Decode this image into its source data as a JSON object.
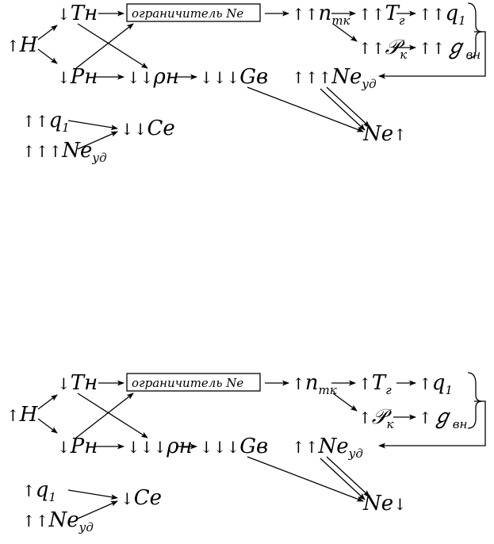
{
  "diagrams": [
    {
      "H": "H",
      "Tn": "Tн",
      "limiter": "ограничитель Ne",
      "ntk_n": "n",
      "ntk_sub": "тк",
      "Tg_T": "T",
      "Tg_sub": "г",
      "q1": "q",
      "q1_sub": "1",
      "pk_P": "𝒫",
      "pk_sub": "к",
      "eta": "ℊ",
      "eta_sub": "вн",
      "Pn": "Pн",
      "rho": "ρн",
      "Gv": "Gв",
      "Neud": "Ne",
      "Neud_sub": "уд",
      "Ne": "Ne",
      "Ce": "Ce",
      "q1b": "q",
      "q1b_sub": "1",
      "Neud_b": "Ne",
      "Neud_b_sub": "уд",
      "dir": {
        "H": "↑",
        "Tn": "↓",
        "ntk": "↑↑",
        "Tg": "↑↑",
        "q1": "↑↑",
        "pk": "↑↑",
        "eta": "↑↑",
        "Pn": "↓",
        "rho": "↓↓",
        "Gv": "↓↓↓",
        "Neud": "↑↑↑",
        "Ne": "↑",
        "Ce": "↓↓",
        "q1b": "↑↑",
        "Neud_b": "↑↑↑"
      }
    },
    {
      "H": "H",
      "Tn": "Tн",
      "limiter": "ограничитель Ne",
      "ntk_n": "n",
      "ntk_sub": "тк",
      "Tg_T": "T",
      "Tg_sub": "г",
      "q1": "q",
      "q1_sub": "1",
      "pk_P": "𝒫",
      "pk_sub": "к",
      "eta": "ℊ",
      "eta_sub": "вн",
      "Pn": "Pн",
      "rho": "ρн",
      "Gv": "Gв",
      "Neud": "Ne",
      "Neud_sub": "уд",
      "Ne": "Ne",
      "Ce": "Ce",
      "q1b": "q",
      "q1b_sub": "1",
      "Neud_b": "Ne",
      "Neud_b_sub": "уд",
      "dir": {
        "H": "↑",
        "Tn": "↓",
        "ntk": "↑",
        "Tg": "↑",
        "q1": "↑",
        "pk": "↑",
        "eta": "↑",
        "Pn": "↓",
        "rho": "↓↓↓",
        "Gv": "↓↓↓",
        "Neud": "↑↑",
        "Ne": "↓",
        "Ce": "↓",
        "q1b": "↑",
        "Neud_b": "↑↑"
      }
    }
  ]
}
